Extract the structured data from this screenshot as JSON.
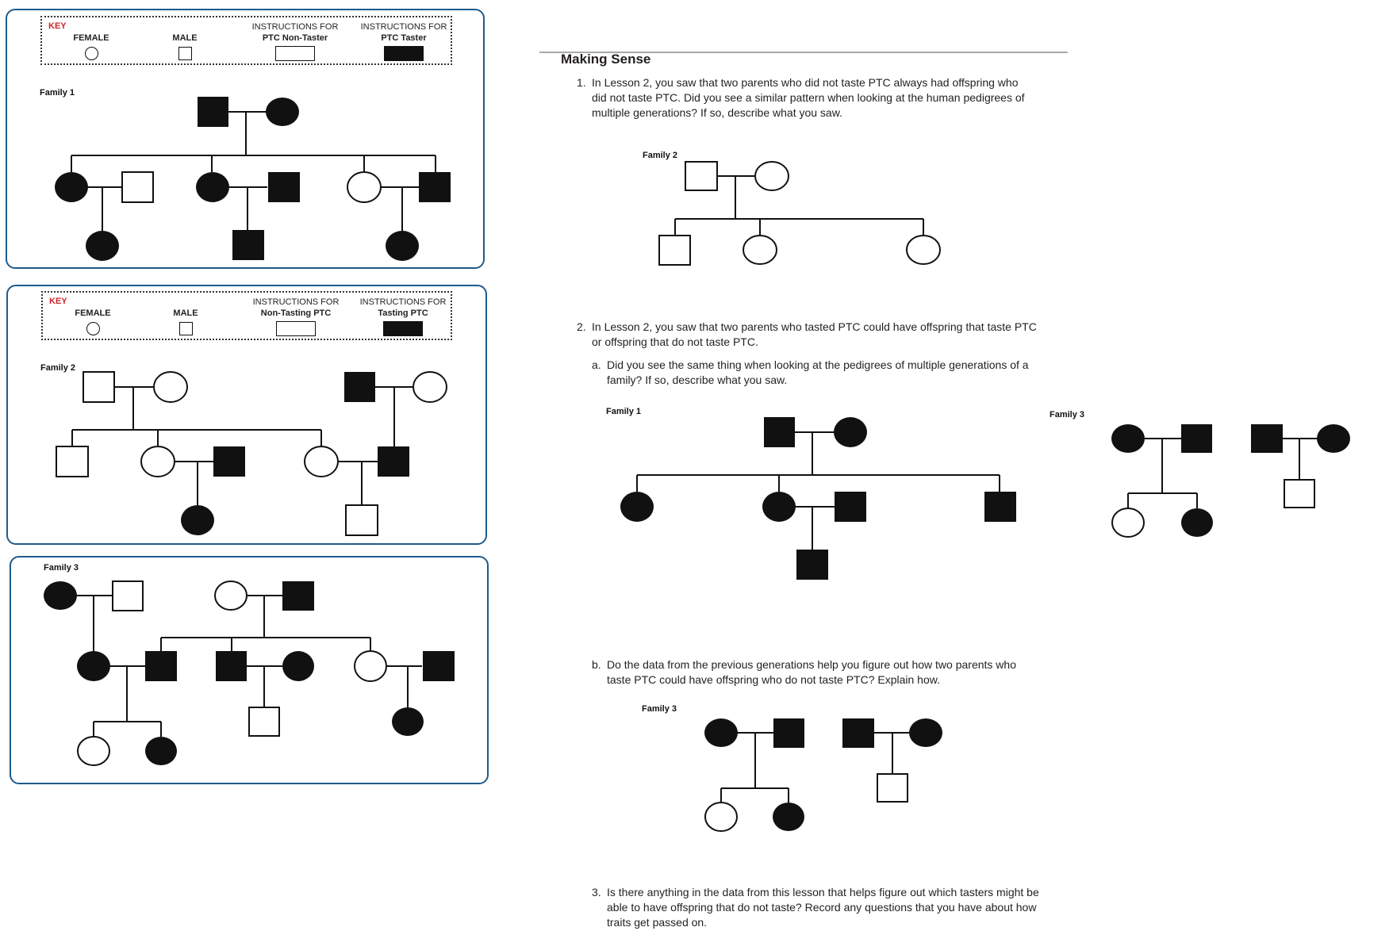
{
  "key1": {
    "title": "KEY",
    "female": "FEMALE",
    "male": "MALE",
    "instr_a_hdr": "INSTRUCTIONS FOR",
    "instr_a_sub": "PTC Non-Taster",
    "instr_b_hdr": "INSTRUCTIONS FOR",
    "instr_b_sub": "PTC Taster"
  },
  "key2": {
    "title": "KEY",
    "female": "FEMALE",
    "male": "MALE",
    "instr_a_hdr": "INSTRUCTIONS FOR",
    "instr_a_sub": "Non-Tasting PTC",
    "instr_b_hdr": "INSTRUCTIONS FOR",
    "instr_b_sub": "Tasting PTC"
  },
  "labels": {
    "family1": "Family 1",
    "family2": "Family 2",
    "family3": "Family 3"
  },
  "worksheet": {
    "heading": "Making Sense",
    "q1": {
      "num": "1.",
      "text": "In Lesson 2, you saw that two parents who did not taste PTC always had offspring who did not taste PTC. Did you see a similar pattern when looking at the human pedigrees of multiple generations? If so, describe what you saw."
    },
    "q2": {
      "num": "2.",
      "text": "In Lesson 2, you saw that two parents who tasted PTC could have offspring that taste PTC or offspring that do not taste PTC."
    },
    "q2a": {
      "num": "a.",
      "text": "Did you see the same thing when looking at the pedigrees of multiple generations of a family? If so, describe what you saw."
    },
    "q2b": {
      "num": "b.",
      "text": "Do the data from the previous generations help you figure out how two parents who taste PTC could have offspring who do not taste PTC? Explain how."
    },
    "q3": {
      "num": "3.",
      "text": "Is there anything in the data from this lesson that helps figure out which tasters might be able to have offspring that do not taste? Record any questions that you have about how traits get passed on."
    }
  },
  "pedigrees": {
    "family1": {
      "parents": [
        "male-taster",
        "female-taster"
      ],
      "children": [
        {
          "child": "female-taster",
          "spouse": "male-non-taster",
          "offspring": [
            "female-taster"
          ]
        },
        {
          "child": "female-taster",
          "spouse": "male-taster",
          "offspring": [
            "male-taster"
          ]
        },
        {
          "child": "female-non-taster",
          "spouse": "male-taster",
          "offspring": [
            "female-taster"
          ]
        }
      ]
    },
    "family2": {
      "couple_a": [
        "male-non-taster",
        "female-non-taster"
      ],
      "couple_b": [
        "male-taster",
        "female-non-taster"
      ],
      "children": [
        "male-non-taster",
        "female-non-taster",
        "female-non-taster",
        "male-taster"
      ],
      "offspring": [
        "female-taster",
        "male-non-taster"
      ]
    },
    "family3": {
      "couple_a": [
        "female-taster",
        "male-non-taster"
      ],
      "couple_b": [
        "female-non-taster",
        "male-taster"
      ],
      "offspring_a": [
        "female-non-taster",
        "female-taster"
      ],
      "offspring_b": [
        "male-non-taster"
      ],
      "offspring_c": [
        "female-taster"
      ]
    }
  },
  "colors": {
    "panel_border": "#1f5a8a",
    "key_title": "#d1232a",
    "filled": "#111111",
    "rule": "#a7a9ac"
  }
}
